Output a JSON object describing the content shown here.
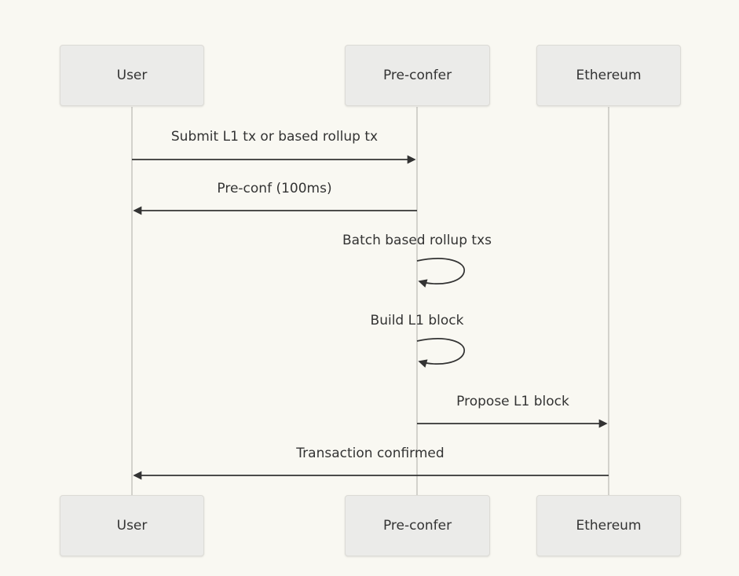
{
  "diagram": {
    "type": "sequence-diagram",
    "actors": [
      {
        "id": "user",
        "label": "User"
      },
      {
        "id": "pre-confer",
        "label": "Pre-confer"
      },
      {
        "id": "ethereum",
        "label": "Ethereum"
      }
    ],
    "messages": [
      {
        "from": "User",
        "to": "Pre-confer",
        "label": "Submit L1 tx or based rollup tx",
        "style": "solid",
        "direction": "right"
      },
      {
        "from": "Pre-confer",
        "to": "User",
        "label": "Pre-conf (100ms)",
        "style": "solid",
        "direction": "left"
      },
      {
        "from": "Pre-confer",
        "to": "Pre-confer",
        "label": "Batch based rollup txs",
        "style": "self-loop"
      },
      {
        "from": "Pre-confer",
        "to": "Pre-confer",
        "label": "Build L1 block",
        "style": "self-loop"
      },
      {
        "from": "Pre-confer",
        "to": "Ethereum",
        "label": "Propose L1 block",
        "style": "solid",
        "direction": "right"
      },
      {
        "from": "Ethereum",
        "to": "User",
        "label": "Transaction confirmed",
        "style": "solid",
        "direction": "left"
      }
    ],
    "colors": {
      "background": "#f9f8f2",
      "actor_fill": "#ebebe9",
      "actor_border": "#dcdbd6",
      "lifeline": "#d3d2cc",
      "arrow": "#333333",
      "text": "#333333"
    }
  }
}
